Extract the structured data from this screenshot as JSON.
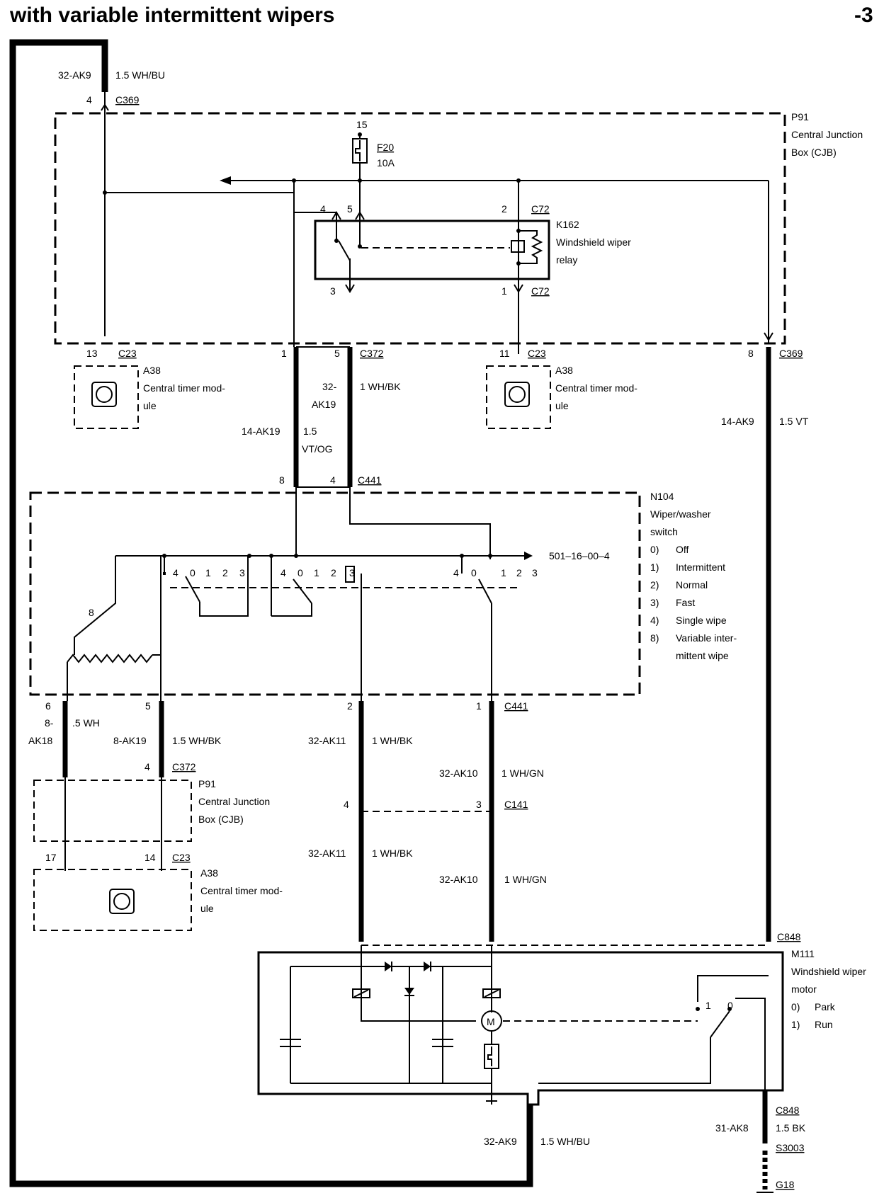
{
  "header": {
    "title": "with variable intermittent wipers",
    "page": "-3"
  },
  "top_feed": {
    "circuit": "32-AK9",
    "wire": "1.5 WH/BU",
    "pin": "4",
    "connector": "C369"
  },
  "cjb_top": {
    "id": "P91",
    "name_line1": "Central Junction",
    "name_line2": "Box (CJB)"
  },
  "fuse": {
    "terminal": "15",
    "id": "F20",
    "rating": "10A"
  },
  "relay": {
    "id": "K162",
    "name_line1": "Windshield wiper",
    "name_line2": "relay",
    "pin_4": "4",
    "pin_5": "5",
    "pin_2": "2",
    "pin_3": "3",
    "pin_1": "1",
    "connector_top": "C72",
    "connector_bottom": "C72"
  },
  "ctm_left": {
    "pin": "13",
    "connector": "C23",
    "id": "A38",
    "name_line1": "Central timer mod-",
    "name_line2": "ule"
  },
  "ctm_right": {
    "pin": "11",
    "connector": "C23",
    "id": "A38",
    "name_line1": "Central timer mod-",
    "name_line2": "ule"
  },
  "c372_top": {
    "pin_1": "1",
    "pin_5": "5",
    "connector": "C372",
    "circuit_a_1": "32-",
    "circuit_a_2": "AK19",
    "wire_a": "1 WH/BK",
    "circuit_b": "14-AK19",
    "wire_b_1": "1.5",
    "wire_b_2": "VT/OG"
  },
  "c369_right": {
    "pin": "8",
    "connector": "C369",
    "circuit": "14-AK9",
    "wire": "1.5 VT"
  },
  "c441_top": {
    "pin_8": "8",
    "pin_4": "4",
    "connector": "C441"
  },
  "switch": {
    "id": "N104",
    "name_line1": "Wiper/washer",
    "name_line2": "switch",
    "reference": "501–16–00–4",
    "legend": [
      {
        "num": "0)",
        "text": "Off"
      },
      {
        "num": "1)",
        "text": "Intermittent"
      },
      {
        "num": "2)",
        "text": "Normal"
      },
      {
        "num": "3)",
        "text": "Fast"
      },
      {
        "num": "4)",
        "text": "Single wipe"
      },
      {
        "num": "8)",
        "text": "Variable inter-"
      },
      {
        "num": "",
        "text": "mittent wipe"
      }
    ],
    "pos_4": "4",
    "pos_0": "0",
    "pos_1": "1",
    "pos_2": "2",
    "pos_3": "3",
    "pos_8": "8"
  },
  "lower_left": {
    "pin_6": "6",
    "pin_5": "5",
    "circuit_a_1": "8-",
    "circuit_a_2": "AK18",
    "wire_a": ".5 WH",
    "circuit_b": "8-AK19",
    "wire_b": "1.5 WH/BK",
    "pin_4": "4",
    "connector_c372": "C372",
    "cjb_id": "P91",
    "cjb_line1": "Central Junction",
    "cjb_line2": "Box (CJB)",
    "pin_17": "17",
    "pin_14": "14",
    "connector_c23": "C23",
    "ctm_id": "A38",
    "ctm_line1": "Central timer mod-",
    "ctm_line2": "ule"
  },
  "c441_mid": {
    "pin_2": "2",
    "pin_1": "1",
    "connector": "C441",
    "circuit_a": "32-AK11",
    "wire_a": "1 WH/BK",
    "circuit_b": "32-AK10",
    "wire_b": "1 WH/GN"
  },
  "c141": {
    "pin_4": "4",
    "pin_3": "3",
    "connector": "C141",
    "circuit_a": "32-AK11",
    "wire_a": "1 WH/BK",
    "circuit_b": "32-AK10",
    "wire_b": "1 WH/GN"
  },
  "motor": {
    "connector_top": "C848",
    "id": "M111",
    "name_line1": "Windshield wiper",
    "name_line2": "motor",
    "legend": [
      {
        "num": "0)",
        "text": "Park"
      },
      {
        "num": "1)",
        "text": "Run"
      }
    ],
    "sw_1": "1",
    "sw_0": "0",
    "symbol": "M"
  },
  "bottom": {
    "circuit_left": "32-AK9",
    "wire_left": "1.5 WH/BU",
    "connector_c848": "C848",
    "circuit_right": "31-AK8",
    "wire_right": "1.5 BK",
    "splice": "S3003",
    "ground": "G18"
  }
}
